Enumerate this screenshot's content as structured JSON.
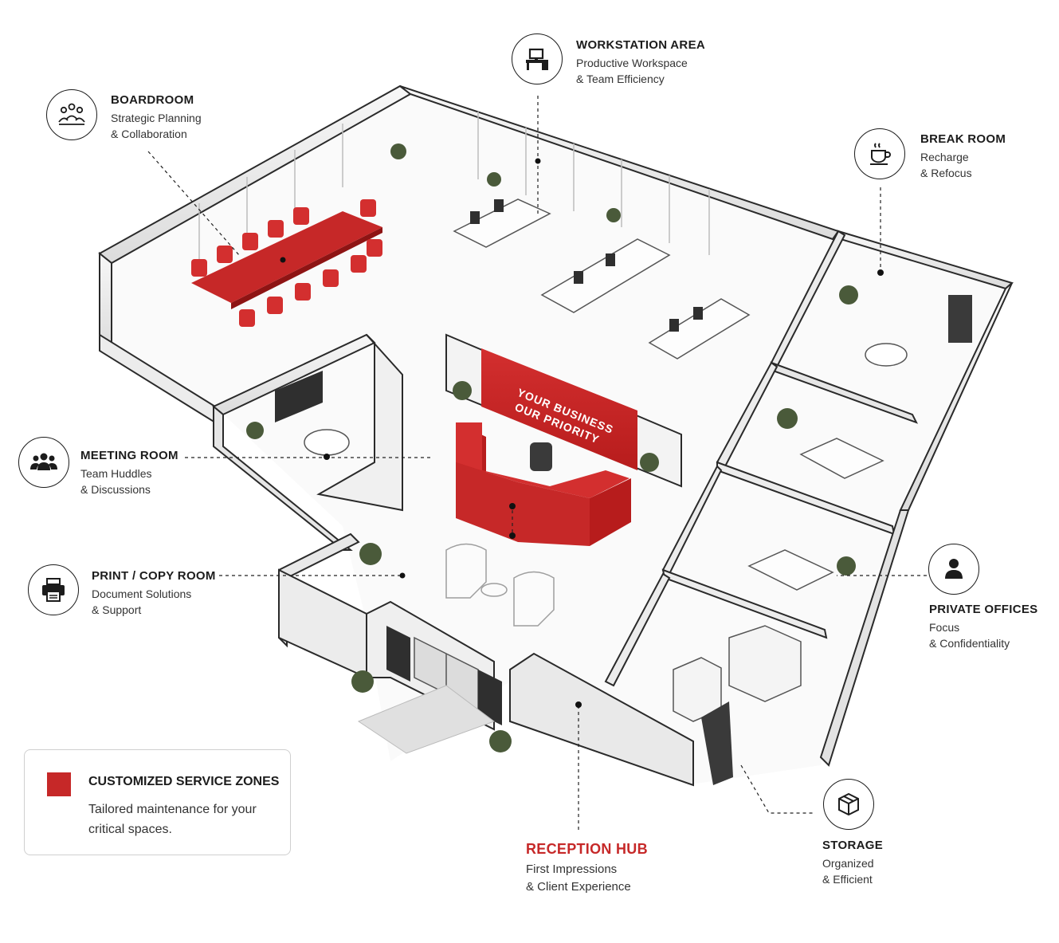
{
  "colors": {
    "accent": "#c62828",
    "ink": "#1c1c1c",
    "wall": "#f2f2f2",
    "floor": "#ffffff"
  },
  "zones": {
    "workstation": {
      "icon": "desk-icon",
      "title": "WORKSTATION AREA",
      "lines": [
        "Productive Workspace",
        "& Team Efficiency"
      ]
    },
    "boardroom": {
      "icon": "team-collaboration-icon",
      "title": "BOARDROOM",
      "lines": [
        "Strategic Planning",
        "& Collaboration"
      ]
    },
    "break_room": {
      "icon": "coffee-cup-icon",
      "title": "BREAK ROOM",
      "lines": [
        "Recharge",
        "& Refocus"
      ]
    },
    "meeting_room": {
      "icon": "group-icon",
      "title": "MEETING ROOM",
      "lines": [
        "Team Huddles",
        "& Discussions"
      ]
    },
    "print_room": {
      "icon": "printer-icon",
      "title": "PRINT / COPY ROOM",
      "lines": [
        "Document Solutions",
        "& Support"
      ]
    },
    "private_offices": {
      "icon": "person-icon",
      "title": "PRIVATE OFFICES",
      "lines": [
        "Focus",
        "& Confidentiality"
      ]
    },
    "reception": {
      "title": "RECEPTION HUB",
      "lines": [
        "First Impressions",
        "& Client Experience"
      ]
    },
    "storage": {
      "icon": "box-icon",
      "title": "STORAGE",
      "lines": [
        "Organized",
        "& Efficient"
      ]
    }
  },
  "reception_sign": [
    "YOUR BUSINESS",
    "OUR PRIORITY"
  ],
  "legend": {
    "title": "CUSTOMIZED SERVICE ZONES",
    "description": "Tailored maintenance for your critical spaces."
  }
}
